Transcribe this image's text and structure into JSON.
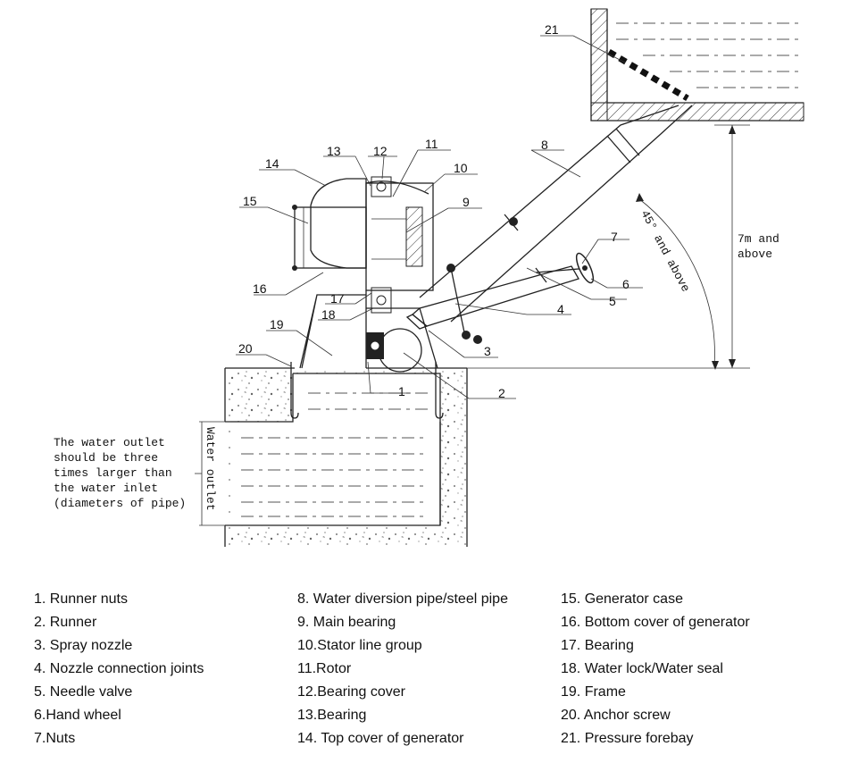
{
  "callout_numbers": [
    "1",
    "2",
    "3",
    "4",
    "5",
    "6",
    "7",
    "8",
    "9",
    "10",
    "11",
    "12",
    "13",
    "14",
    "15",
    "16",
    "17",
    "18",
    "19",
    "20",
    "21"
  ],
  "annotations": {
    "height_label": [
      "7m and",
      "above"
    ],
    "angle_label": "45° and above",
    "water_outlet_label": "Water outlet",
    "outlet_note": [
      "The water outlet",
      "should be three",
      "times larger than",
      "the water inlet",
      "(diameters of pipe)"
    ]
  },
  "legend": {
    "col1": [
      "1. Runner nuts",
      "2. Runner",
      "3. Spray nozzle",
      "4. Nozzle connection joints",
      "5. Needle valve",
      "6.Hand wheel",
      "7.Nuts"
    ],
    "col2": [
      "8. Water diversion pipe/steel pipe",
      "9. Main bearing",
      "10.Stator line group",
      "11.Rotor",
      "12.Bearing cover",
      "13.Bearing",
      "14. Top cover of generator"
    ],
    "col3": [
      "15. Generator case",
      "16. Bottom cover of generator",
      "17. Bearing",
      "18. Water lock/Water seal",
      "19. Frame",
      "20. Anchor screw",
      "21. Pressure forebay"
    ]
  }
}
